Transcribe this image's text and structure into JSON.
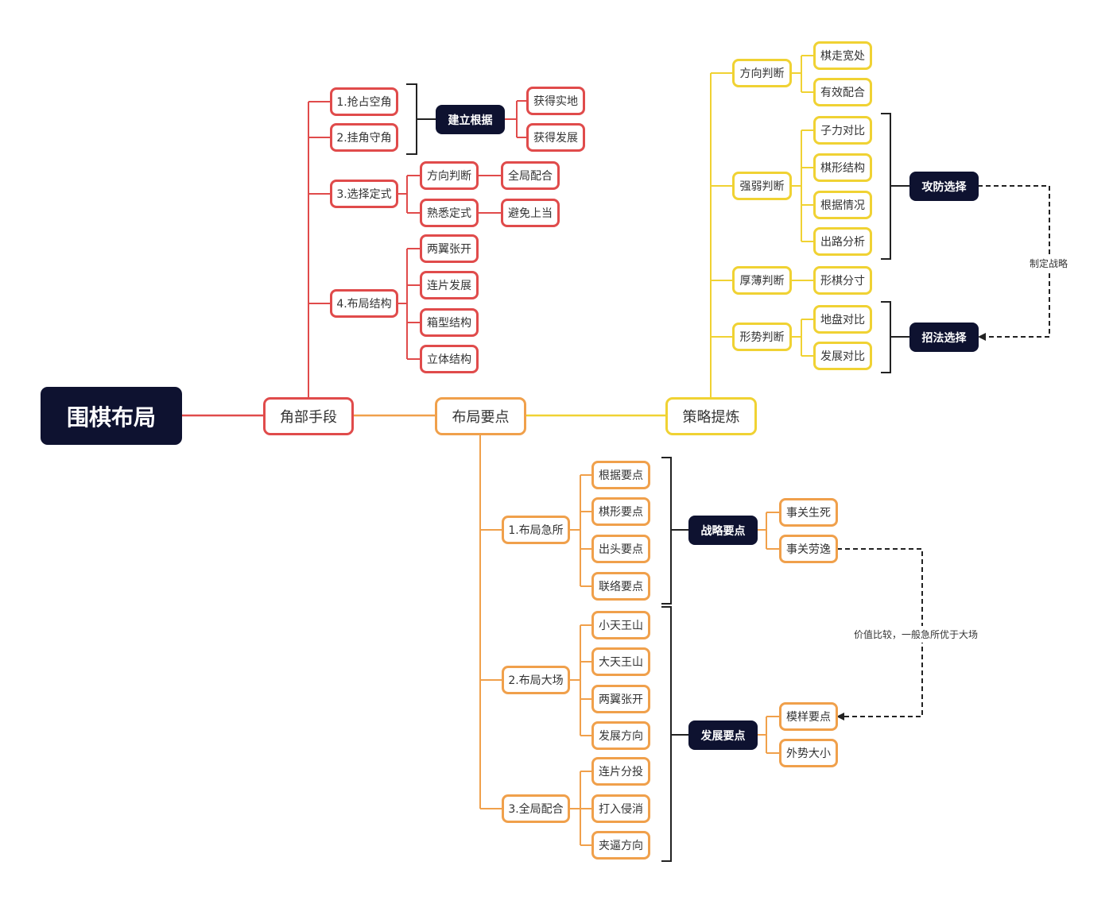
{
  "colors": {
    "red": "#e04b4b",
    "orange": "#f0a04b",
    "yellow": "#f0d233",
    "dark": "#0e1230",
    "bracket": "#222222"
  },
  "root": {
    "label": "围棋布局"
  },
  "branch_corner": {
    "label": "角部手段",
    "items": [
      {
        "label": "1.抢占空角"
      },
      {
        "label": "2.挂角守角"
      },
      {
        "label": "3.选择定式",
        "children": [
          {
            "label": "方向判断",
            "children": [
              {
                "label": "全局配合"
              }
            ]
          },
          {
            "label": "熟悉定式",
            "children": [
              {
                "label": "避免上当"
              }
            ]
          }
        ]
      },
      {
        "label": "4.布局结构",
        "children": [
          {
            "label": "两翼张开"
          },
          {
            "label": "连片发展"
          },
          {
            "label": "箱型结构"
          },
          {
            "label": "立体结构"
          }
        ]
      }
    ],
    "summary": {
      "label": "建立根据",
      "children": [
        {
          "label": "获得实地"
        },
        {
          "label": "获得发展"
        }
      ]
    }
  },
  "branch_key": {
    "label": "布局要点",
    "items": [
      {
        "label": "1.布局急所",
        "children": [
          {
            "label": "根据要点"
          },
          {
            "label": "棋形要点"
          },
          {
            "label": "出头要点"
          },
          {
            "label": "联络要点"
          }
        ]
      },
      {
        "label": "2.布局大场",
        "children": [
          {
            "label": "小天王山"
          },
          {
            "label": "大天王山"
          },
          {
            "label": "两翼张开"
          },
          {
            "label": "发展方向"
          }
        ]
      },
      {
        "label": "3.全局配合",
        "children": [
          {
            "label": "连片分投"
          },
          {
            "label": "打入侵消"
          },
          {
            "label": "夹逼方向"
          }
        ]
      }
    ],
    "summary_strategic": {
      "label": "战略要点",
      "children": [
        {
          "label": "事关生死"
        },
        {
          "label": "事关劳逸"
        }
      ]
    },
    "summary_develop": {
      "label": "发展要点",
      "children": [
        {
          "label": "模样要点"
        },
        {
          "label": "外势大小"
        }
      ]
    },
    "relation_label": "价值比较，一般急所优于大场"
  },
  "branch_strategy": {
    "label": "策略提炼",
    "items": [
      {
        "label": "方向判断",
        "children": [
          {
            "label": "棋走宽处"
          },
          {
            "label": "有效配合"
          }
        ]
      },
      {
        "label": "强弱判断",
        "children": [
          {
            "label": "子力对比"
          },
          {
            "label": "棋形结构"
          },
          {
            "label": "根据情况"
          },
          {
            "label": "出路分析"
          }
        ]
      },
      {
        "label": "厚薄判断",
        "children": [
          {
            "label": "形棋分寸"
          }
        ]
      },
      {
        "label": "形势判断",
        "children": [
          {
            "label": "地盘对比"
          },
          {
            "label": "发展对比"
          }
        ]
      }
    ],
    "summary_attack": {
      "label": "攻防选择"
    },
    "summary_move": {
      "label": "招法选择"
    },
    "relation_label": "制定战略"
  }
}
